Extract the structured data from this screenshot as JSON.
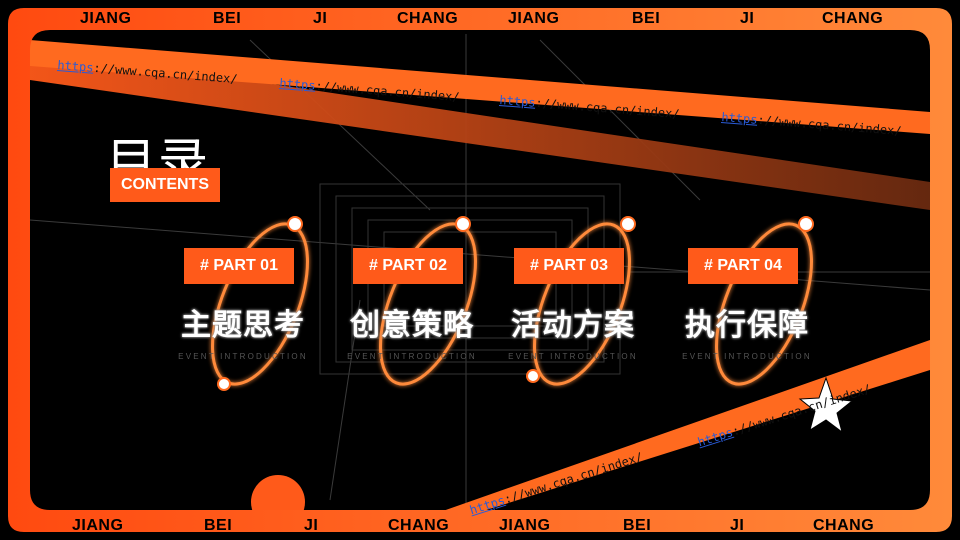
{
  "top_band": [
    "JIANG",
    "BEI",
    "JI",
    "CHANG",
    "JIANG",
    "BEI",
    "JI",
    "CHANG"
  ],
  "bottom_band": [
    "JIANG",
    "BEI",
    "JI",
    "CHANG",
    "JIANG",
    "BEI",
    "JI",
    "CHANG"
  ],
  "url_proto": "https",
  "url_rest": "://www.cqa.cn/index/",
  "heading": {
    "title": "目录",
    "badge": "CONTENTS"
  },
  "parts": [
    {
      "tag": "# PART 01",
      "title": "主题思考",
      "subtitle": "EVENT INTRODUCTION"
    },
    {
      "tag": "# PART 02",
      "title": "创意策略",
      "subtitle": "EVENT INTRODUCTION"
    },
    {
      "tag": "# PART 03",
      "title": "活动方案",
      "subtitle": "EVENT INTRODUCTION"
    },
    {
      "tag": "# PART 04",
      "title": "执行保障",
      "subtitle": "EVENT INTRODUCTION"
    }
  ],
  "colors": {
    "accent": "#ff5a1a",
    "accent_light": "#ff8a3a",
    "background": "#000000"
  }
}
